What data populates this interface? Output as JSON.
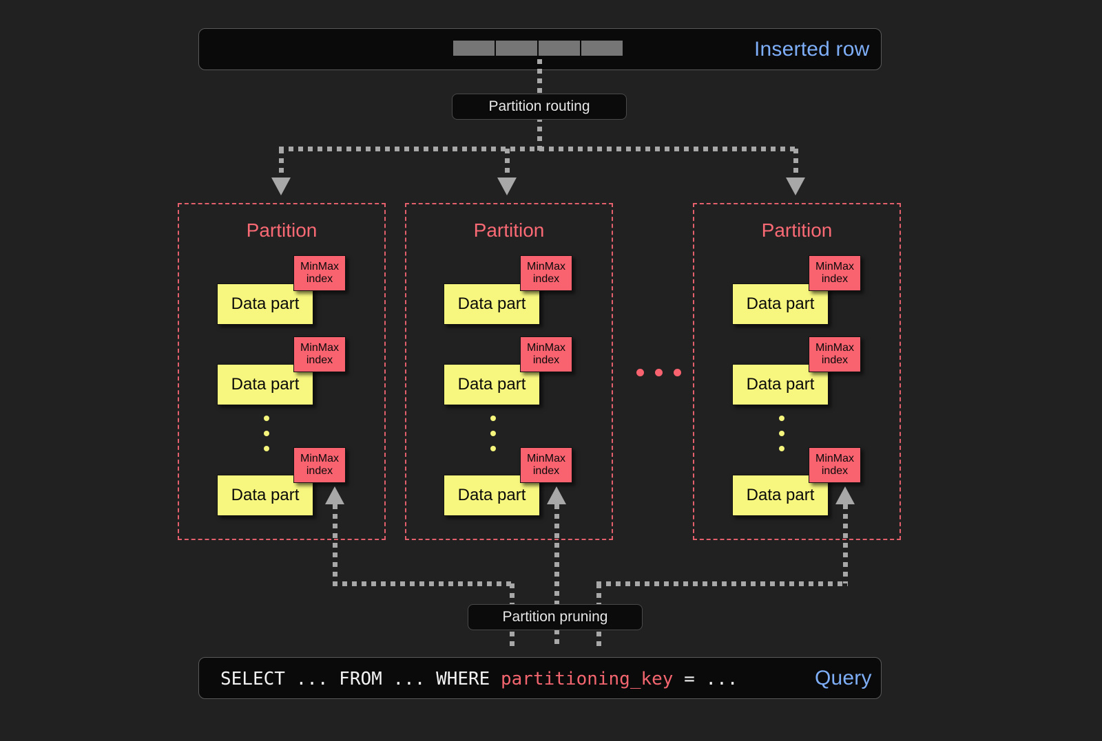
{
  "diagram": {
    "title": "ClickHouse partitioning: insert routing and partition pruning",
    "background_color": "#212121",
    "accent_red": "#f9626f",
    "accent_yellow": "#f7f77f",
    "accent_blue": "#7eaef7",
    "connector_color": "#a8a8a8"
  },
  "inserted_row": {
    "label": "Inserted row",
    "cell_count": 4,
    "cells": [
      "",
      "",
      "",
      ""
    ]
  },
  "routing": {
    "label": "Partition routing"
  },
  "pruning": {
    "label": "Partition pruning"
  },
  "query": {
    "label": "Query",
    "sql_prefix": "SELECT ... FROM ... WHERE ",
    "sql_key": "partitioning_key",
    "sql_suffix": " = ...",
    "full_text": "SELECT ... FROM ... WHERE partitioning_key = ..."
  },
  "partition_label": "Partition",
  "data_part_label": "Data part",
  "minmax": {
    "line1": "MinMax",
    "line2": "index"
  },
  "ellipsis": {
    "horizontal_dots": 3,
    "vertical_dots": 3
  },
  "partitions": [
    {
      "name": "Partition",
      "parts": [
        {
          "label": "Data part",
          "index_line1": "MinMax",
          "index_line2": "index"
        },
        {
          "label": "Data part",
          "index_line1": "MinMax",
          "index_line2": "index"
        },
        {
          "label": "Data part",
          "index_line1": "MinMax",
          "index_line2": "index"
        }
      ]
    },
    {
      "name": "Partition",
      "parts": [
        {
          "label": "Data part",
          "index_line1": "MinMax",
          "index_line2": "index"
        },
        {
          "label": "Data part",
          "index_line1": "MinMax",
          "index_line2": "index"
        },
        {
          "label": "Data part",
          "index_line1": "MinMax",
          "index_line2": "index"
        }
      ]
    },
    {
      "name": "Partition",
      "parts": [
        {
          "label": "Data part",
          "index_line1": "MinMax",
          "index_line2": "index"
        },
        {
          "label": "Data part",
          "index_line1": "MinMax",
          "index_line2": "index"
        },
        {
          "label": "Data part",
          "index_line1": "MinMax",
          "index_line2": "index"
        }
      ]
    }
  ]
}
